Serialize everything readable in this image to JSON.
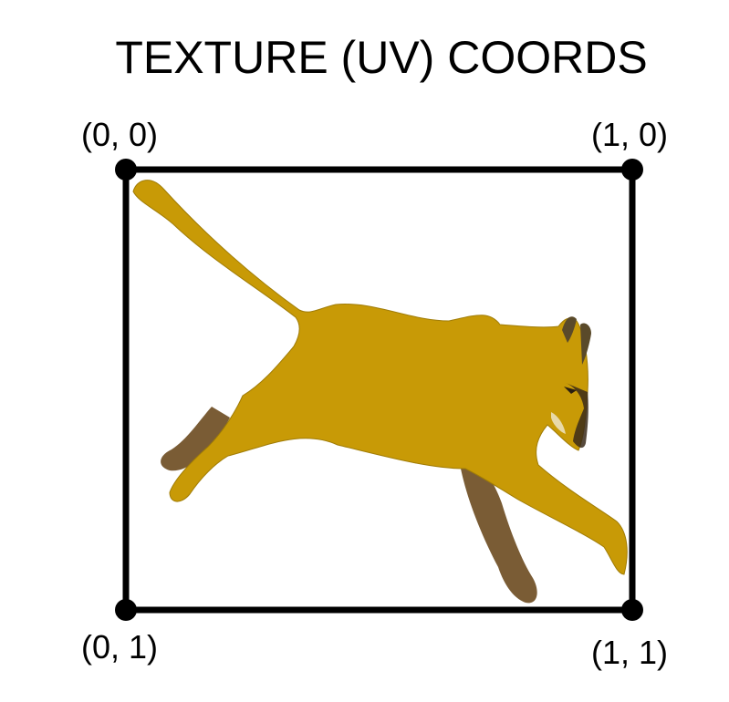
{
  "title": "TEXTURE (UV) COORDS",
  "corners": {
    "top_left": "(0, 0)",
    "top_right": "(1, 0)",
    "bottom_left": "(0, 1)",
    "bottom_right": "(1, 1)"
  },
  "texture": {
    "subject": "cougar-illustration",
    "body_color": "#C89A06",
    "leg_color": "#7A5C35",
    "outline_color": "#000000"
  }
}
